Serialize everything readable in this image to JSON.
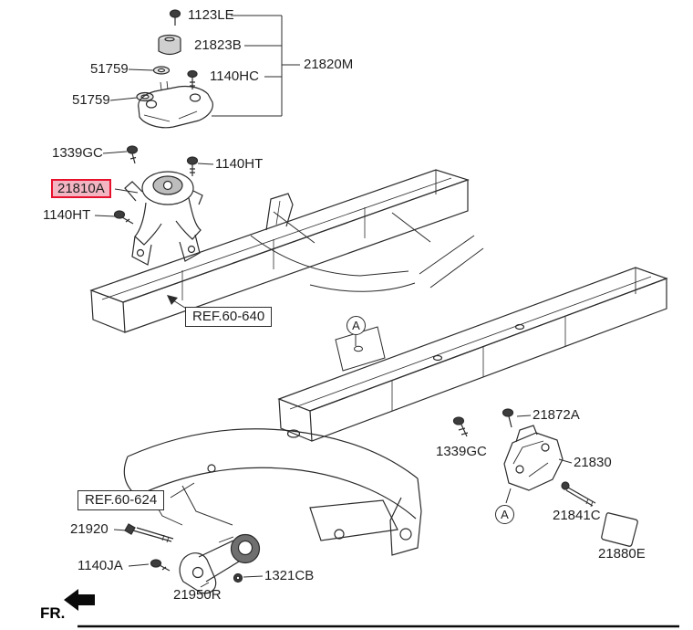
{
  "diagram": {
    "labels": [
      {
        "text": "1123LE"
      },
      {
        "text": "21823B"
      },
      {
        "text": "51759"
      },
      {
        "text": "1140HC"
      },
      {
        "text": "21820M"
      },
      {
        "text": "51759"
      },
      {
        "text": "1339GC"
      },
      {
        "text": "1140HT"
      },
      {
        "text": "21810A",
        "highlighted": true
      },
      {
        "text": "1140HT"
      },
      {
        "text": "21872A"
      },
      {
        "text": "1339GC"
      },
      {
        "text": "21830"
      },
      {
        "text": "21841C"
      },
      {
        "text": "21880E"
      },
      {
        "text": "21920"
      },
      {
        "text": "1140JA"
      },
      {
        "text": "1321CB"
      },
      {
        "text": "21950R"
      }
    ],
    "ref_labels": [
      {
        "text": "REF.60-640"
      },
      {
        "text": "REF.60-624"
      }
    ],
    "markers": [
      {
        "text": "A"
      },
      {
        "text": "A"
      }
    ],
    "fr_label": "FR.",
    "colors": {
      "line": "#2b2b2b",
      "highlight_border": "#e8112d",
      "highlight_fill": "#f4b5c3"
    }
  }
}
